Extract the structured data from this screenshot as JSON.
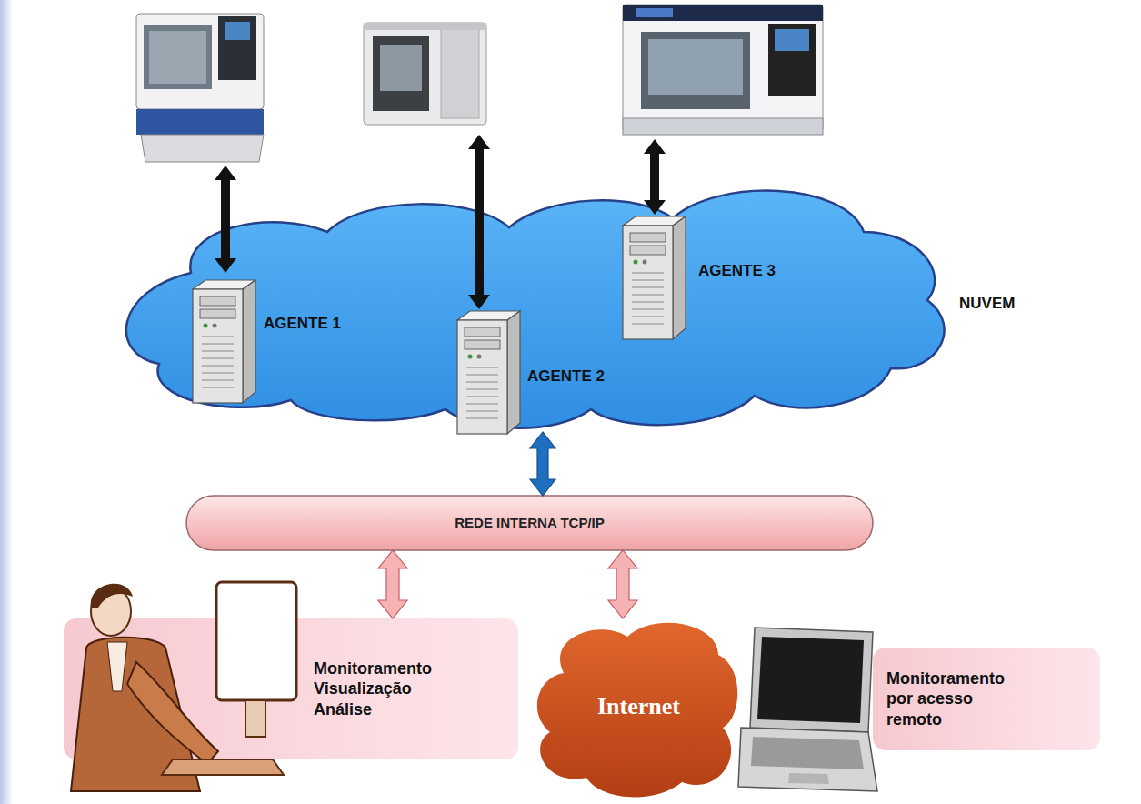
{
  "diagram": {
    "nodes": [
      {
        "text": [
          "NUVEM"
        ]
      },
      {
        "text": [
          "AGENTE 1"
        ],
        "in": 0
      },
      {
        "text": [
          "AGENTE 2"
        ],
        "in": 0
      },
      {
        "text": [
          "AGENTE 3"
        ],
        "in": 0
      },
      {
        "text": [
          "REDE INTERNA TCP/IP"
        ]
      },
      {
        "text": [
          "Monitoramento Visualização Análise"
        ]
      },
      {
        "text": [
          "Internet"
        ]
      },
      {
        "text": [
          "Monitoramento por acesso remoto"
        ]
      }
    ],
    "edges": [
      {
        "from": 0,
        "to": 4,
        "arrow": "both"
      },
      {
        "from": 4,
        "to": 5,
        "arrow": "both"
      },
      {
        "from": 4,
        "to": 6,
        "arrow": "both"
      }
    ]
  }
}
